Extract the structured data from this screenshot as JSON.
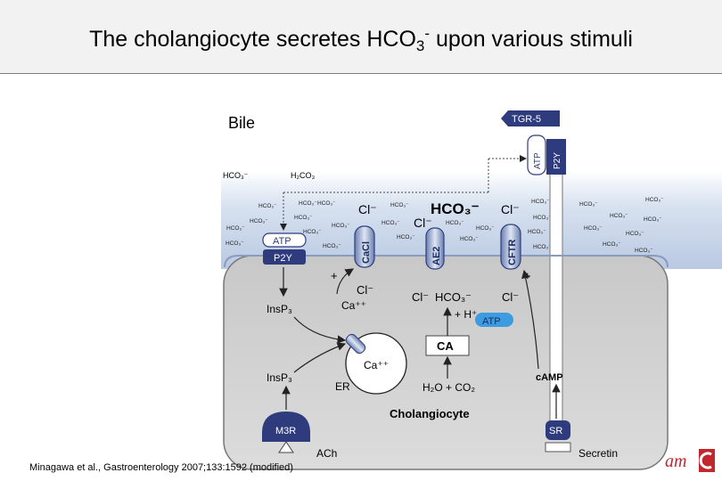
{
  "slide": {
    "title_main": "The cholangiocyte secretes HCO",
    "title_sub": "3",
    "title_sup": "-",
    "title_rest": " upon various stimuli",
    "citation": "Minagawa et al., Gastroenterology 2007;133:1592 (modified)"
  },
  "diagram": {
    "bile_label": "Bile",
    "tgr5": "TGR-5",
    "atp_top": "ATP",
    "p2y_top": "P2Y",
    "h2co3": "H₂CO₃",
    "hco3_left": "HCO₃⁻",
    "hco3_big": "HCO₃⁻",
    "cl_lumen_1": "Cl⁻",
    "cl_lumen_2": "Cl⁻",
    "cl_lumen_3": "Cl⁻",
    "atp_receptor": "ATP",
    "p2y_receptor": "P2Y",
    "cacl": "CaCl",
    "ae2": "AE2",
    "cftr": "CFTR",
    "plus_1": "+",
    "plus_2": "+",
    "cl_cell_1": "Cl⁻",
    "ca_cell": "Ca⁺⁺",
    "cl_cell_2": "Cl⁻",
    "hco3_cell": "HCO₃⁻",
    "cl_cell_3": "Cl⁻",
    "h_plus": "+ H⁺",
    "atp_lower": "ATP",
    "insp3_1": "InsP₃",
    "insp3_2": "InsP₃",
    "ca_er": "Ca⁺⁺",
    "er": "ER",
    "ca_enzyme": "CA",
    "reaction": "H₂O + CO₂",
    "camp": "cAMP",
    "cell_name": "Cholangiocyte",
    "m3r": "M3R",
    "sr": "SR",
    "ach": "ACh",
    "secretin": "Secretin",
    "small_hco3": "HCO₃⁻",
    "logo_text": "am"
  },
  "colors": {
    "membrane_fill": "#c9d4e6",
    "cell_fill": "#d4d4d4",
    "lumen_fill": "#cdd9ea",
    "receptor": "#2e3c7e",
    "accent_blue": "#2f74b5",
    "logo_red": "#c0282e"
  }
}
